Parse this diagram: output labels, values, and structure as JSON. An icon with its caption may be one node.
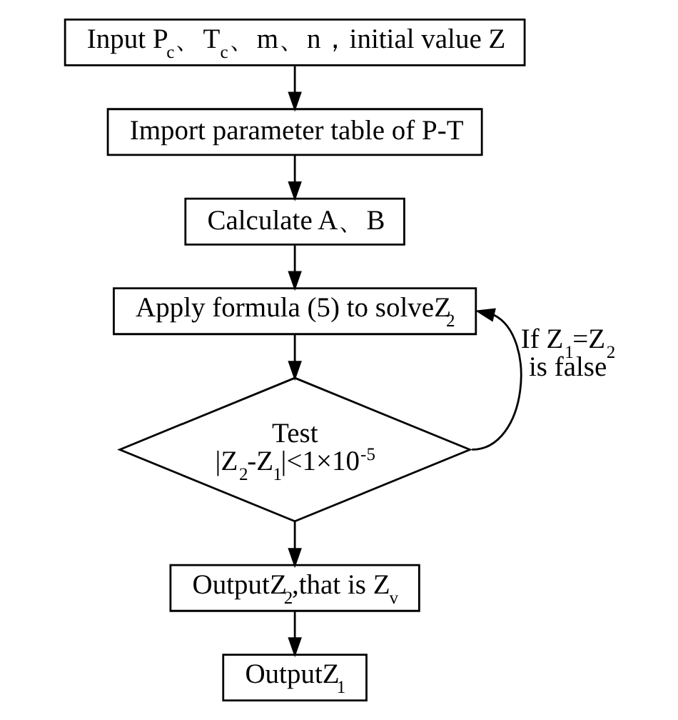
{
  "diagram": {
    "nodes": [
      {
        "text": [
          "Input P$_{c}$、T$_{c}$、m、n，initial value Z"
        ]
      },
      {
        "text": [
          "Import parameter table of P-T"
        ]
      },
      {
        "text": [
          "Calculate A、B"
        ]
      },
      {
        "text": [
          "Apply formula (5) to solveZ$_{2}$"
        ]
      },
      {
        "text": [
          "Test",
          "|Z$_{2}$-Z$_{1}$|<1×10$^{-5}$"
        ]
      },
      {
        "text": [
          "OutputZ$_{2}$,that is Z$_{v}$"
        ]
      },
      {
        "text": [
          "OutputZ$_{1}$"
        ]
      }
    ],
    "edges": [
      {
        "from": 0,
        "to": 1,
        "arrow": "to"
      },
      {
        "from": 1,
        "to": 2,
        "arrow": "to"
      },
      {
        "from": 2,
        "to": 3,
        "arrow": "to"
      },
      {
        "from": 3,
        "to": 4,
        "arrow": "to"
      },
      {
        "from": 4,
        "to": 3,
        "arrow": "to",
        "label": "If Z$_{1}$=Z$_{2}$ is false"
      },
      {
        "from": 4,
        "to": 5,
        "arrow": "to"
      },
      {
        "from": 5,
        "to": 6,
        "arrow": "to"
      }
    ]
  }
}
